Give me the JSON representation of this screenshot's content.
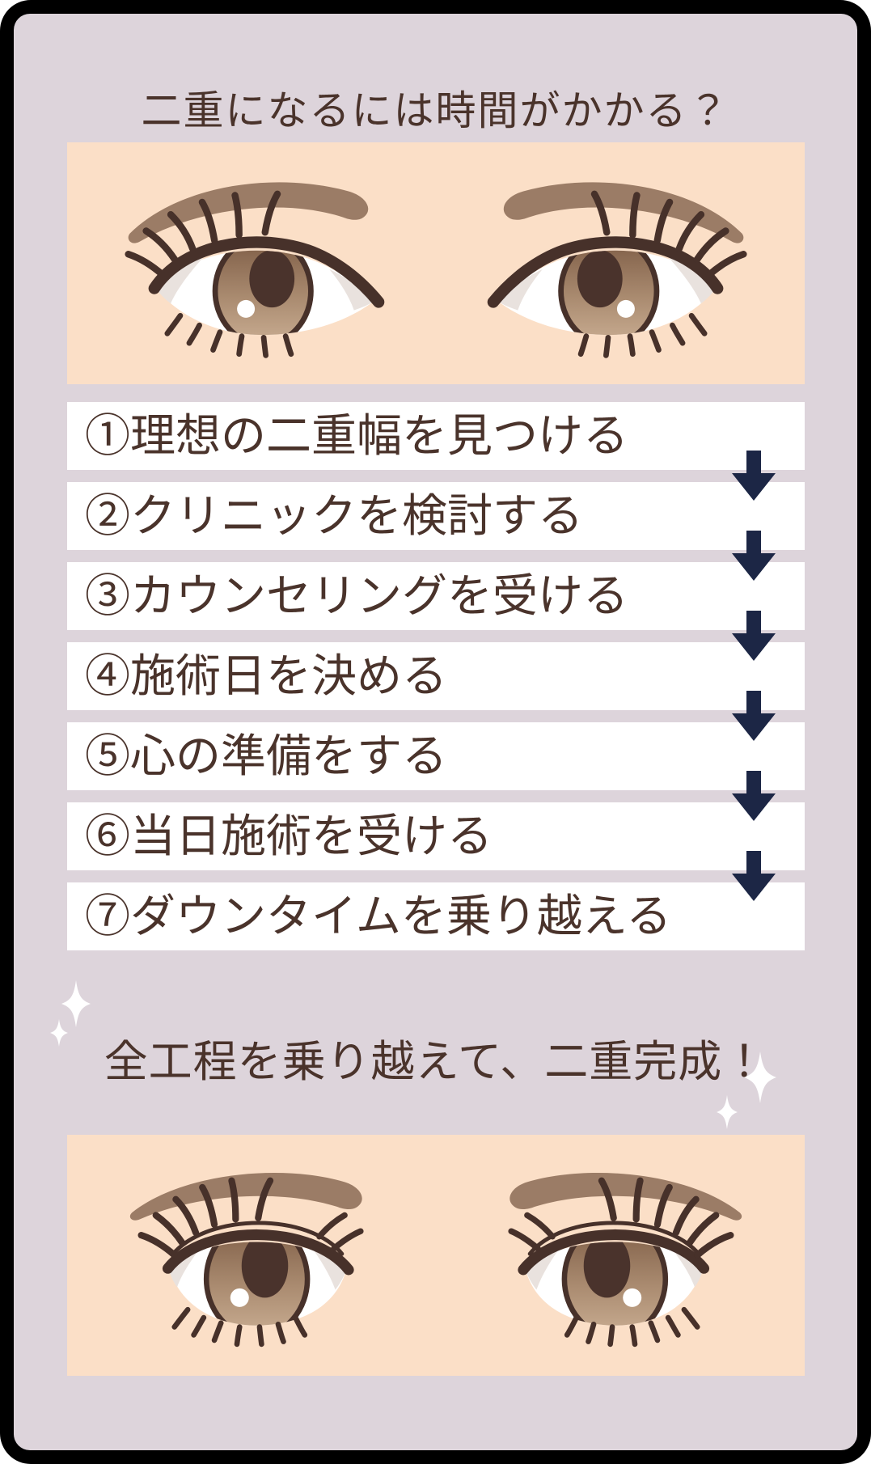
{
  "title": "二重になるには時間がかかる？",
  "steps": [
    "①理想の二重幅を見つける",
    "②クリニックを検討する",
    "③カウンセリングを受ける",
    "④施術日を決める",
    "⑤心の準備をする",
    "⑥当日施術を受ける",
    "⑦ダウンタイムを乗り越える"
  ],
  "completion_message": "全工程を乗り越えて、二重完成！",
  "illustrations": {
    "top_eyes": "single-eyelid-eyes-before",
    "bottom_eyes": "double-eyelid-eyes-after"
  },
  "colors": {
    "frame": "#000000",
    "background": "#ddd4db",
    "panel": "#fbdfc7",
    "step_bar": "#ffffff",
    "text": "#4a332b",
    "arrow": "#1c2645",
    "eyebrow": "#9b7c66",
    "eye_outline": "#47312a",
    "iris_light": "#c9ad92",
    "iris_dark": "#7d5c45",
    "pupil": "#4a332c",
    "sparkle": "#ffffff"
  }
}
